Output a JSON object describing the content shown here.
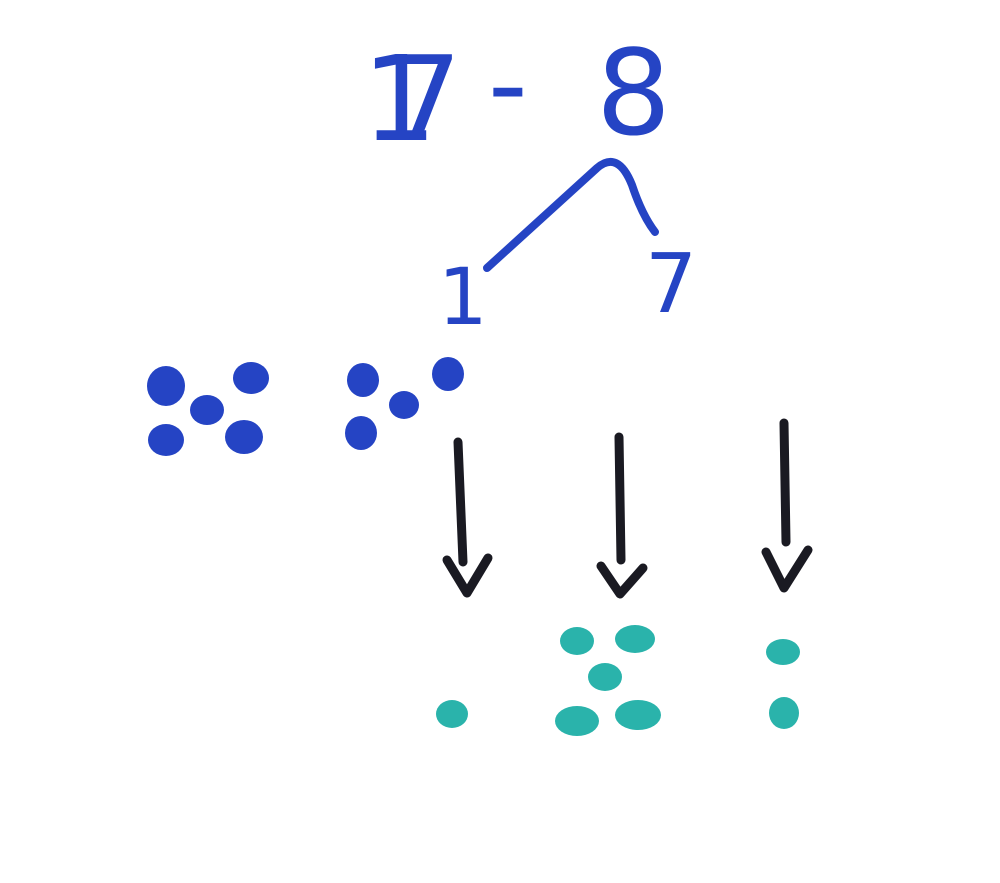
{
  "equation": {
    "left": "17",
    "operator": "-",
    "right": "8"
  },
  "decomposition": {
    "left_part": "1",
    "right_part": "7"
  },
  "colors": {
    "ink_blue": "#2544c4",
    "ink_black": "#1a1a22",
    "ink_teal": "#2ab3ab",
    "background": "#ffffff"
  },
  "dot_groups": {
    "blue_group_1_count": 5,
    "blue_group_2_count": 4,
    "teal_group_1_count": 1,
    "teal_group_2_count": 5,
    "teal_group_3_count": 2
  },
  "arrows_count": 3
}
